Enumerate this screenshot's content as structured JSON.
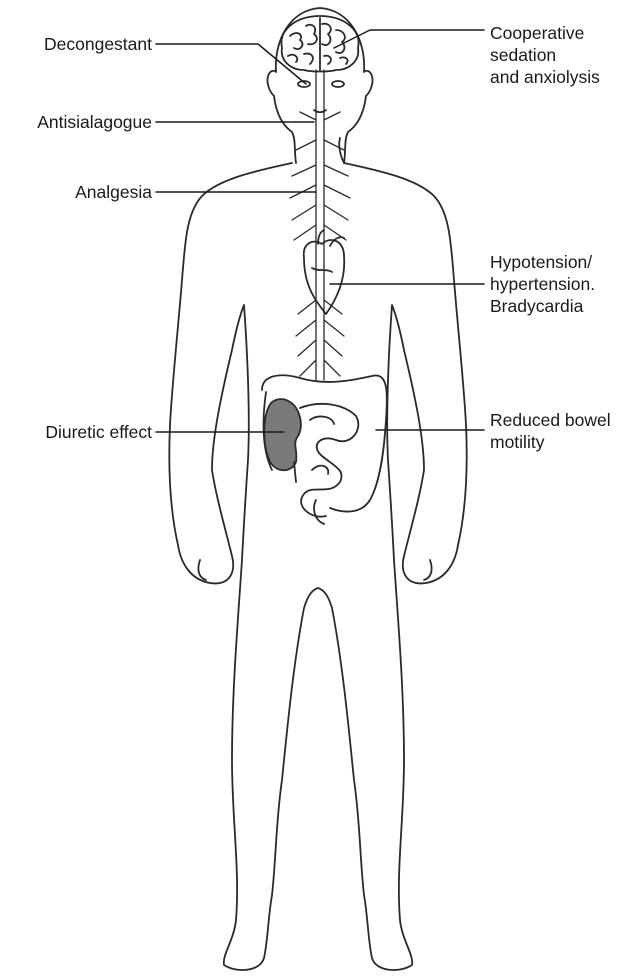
{
  "labels": {
    "decongestant": "Decongestant",
    "antisialagogue": "Antisialagogue",
    "analgesia": "Analgesia",
    "diuretic": "Diuretic effect",
    "sedation": [
      "Cooperative",
      "sedation",
      "and anxiolysis"
    ],
    "cardio": [
      "Hypotension/",
      "hypertension.",
      "Bradycardia"
    ],
    "bowel": [
      "Reduced bowel",
      "motility"
    ]
  },
  "colors": {
    "outline": "#2a2a2a",
    "kidney_fill": "#7a7a7a",
    "text": "#1a1a1a",
    "background": "#ffffff"
  },
  "icons": [
    "human-body-outline",
    "brain-icon",
    "spinal-nerves",
    "heart-icon",
    "intestines-icon",
    "kidney-icon"
  ]
}
